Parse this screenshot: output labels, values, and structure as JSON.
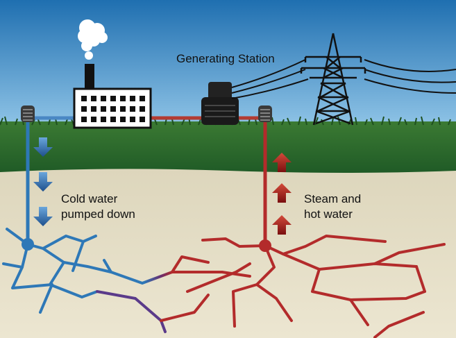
{
  "title": "Generating Station",
  "cold_label": [
    "Cold water",
    "pumped down"
  ],
  "steam_label": [
    "Steam and",
    "hot water"
  ],
  "colors": {
    "sky_top": "#1f6fb0",
    "sky_bottom": "#8ec3e6",
    "grass": "#2d6a2d",
    "ground": "#e6dfc7",
    "cold_pipe": "#2e78b7",
    "hot_pipe": "#b32b2b",
    "arrow_cold": "#2a66a8",
    "arrow_hot": "#8e1616"
  }
}
